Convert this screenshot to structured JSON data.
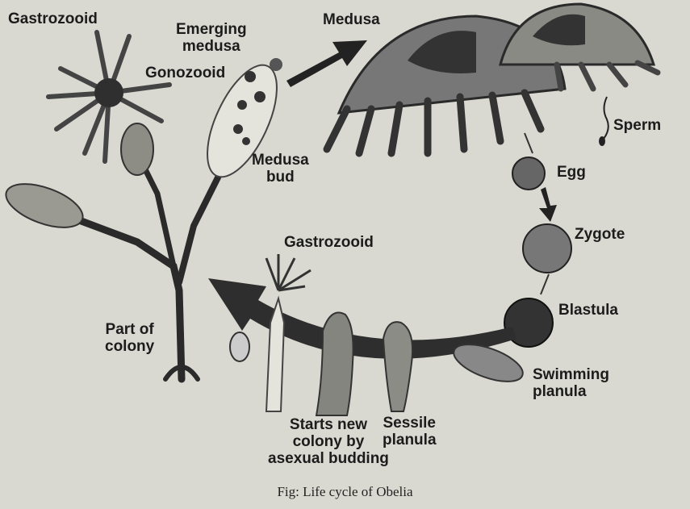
{
  "title": "Life cycle of Obelia",
  "labels": {
    "gastrozooid_top": "Gastrozooid",
    "emerging_medusa": "Emerging\nmedusa",
    "gonozooid": "Gonozooid",
    "medusa": "Medusa",
    "sperm": "Sperm",
    "medusa_bud": "Medusa\nbud",
    "egg": "Egg",
    "zygote": "Zygote",
    "gastrozooid_mid": "Gastrozooid",
    "blastula": "Blastula",
    "part_of_colony": "Part of\ncolony",
    "swimming_planula": "Swimming\nplanula",
    "starts_new_colony": "Starts new\ncolony by\nasexual budding",
    "sessile_planula": "Sessile\nplanula"
  },
  "caption": "Fig: Life cycle of Obelia"
}
